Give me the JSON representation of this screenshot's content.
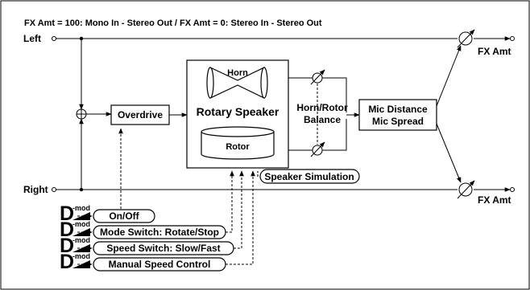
{
  "header": {
    "title": "FX Amt = 100: Mono In - Stereo Out  /  FX Amt = 0: Stereo In - Stereo Out"
  },
  "io": {
    "left_label": "Left",
    "right_label": "Right",
    "fx_amt_top": "FX Amt",
    "fx_amt_bottom": "FX Amt"
  },
  "blocks": {
    "overdrive": "Overdrive",
    "horn": "Horn",
    "rotary_speaker": "Rotary Speaker",
    "rotor": "Rotor",
    "balance_line1": "Horn/Rotor",
    "balance_line2": "Balance",
    "mic_line1": "Mic Distance",
    "mic_line2": "Mic Spread",
    "speaker_simulation": "Speaker Simulation"
  },
  "controls": {
    "dmod_letter": "D",
    "dmod_sup": "-mod",
    "items": [
      "On/Off",
      "Mode Switch: Rotate/Stop",
      "Speed Switch: Slow/Fast",
      "Manual Speed Control"
    ]
  }
}
